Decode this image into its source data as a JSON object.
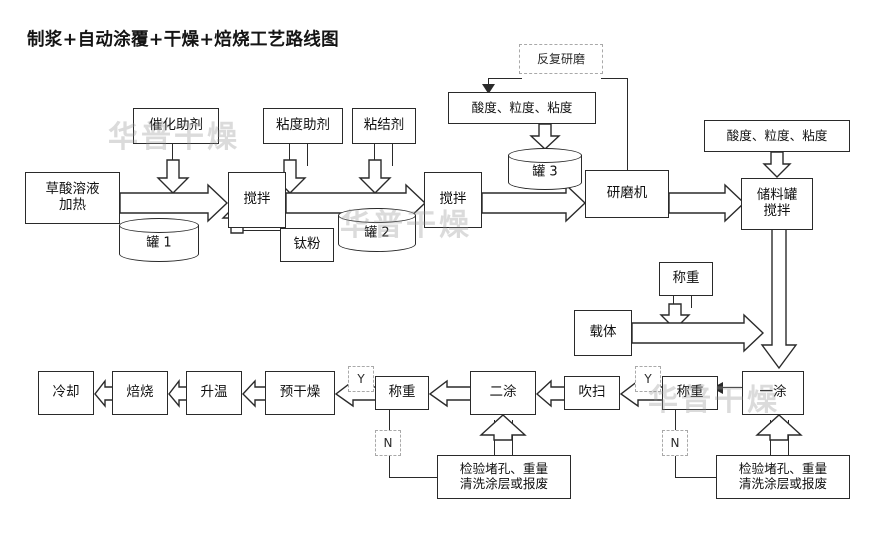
{
  "title": "制浆+自动涂覆+干燥+焙烧工艺路线图",
  "watermark": {
    "text": "华普干燥"
  },
  "colors": {
    "stroke": "#2a2a2a",
    "dashed_stroke": "#a9a9a9",
    "background": "#ffffff",
    "watermark": "rgba(150,150,150,0.34)"
  },
  "nodes": {
    "additive_top": {
      "label": "催化助剂"
    },
    "viscosity_aid": {
      "label": "粘度助剂"
    },
    "binder": {
      "label": "粘结剂"
    },
    "oxalic_heat": {
      "line1": "草酸溶液",
      "line2": "加热"
    },
    "tank1": {
      "label": "罐 1"
    },
    "stir1": {
      "label": "搅拌"
    },
    "ti_powder": {
      "label": "钛粉"
    },
    "tank2": {
      "label": "罐 2"
    },
    "stir2": {
      "label": "搅拌"
    },
    "tank3": {
      "label": "罐 3"
    },
    "regrind": {
      "label": "反复研磨"
    },
    "quality_mid": {
      "label": "酸度、粒度、粘度"
    },
    "grinder": {
      "label": "研磨机"
    },
    "quality_right": {
      "label": "酸度、粒度、粘度"
    },
    "storage_tank": {
      "line1": "储料罐",
      "line2": "搅拌"
    },
    "weigh_carrier": {
      "label": "称重"
    },
    "carrier": {
      "label": "载体"
    },
    "coat1": {
      "label": "一涂"
    },
    "weigh_coat1": {
      "label": "称重"
    },
    "yes_right": {
      "label": "Y"
    },
    "no_right": {
      "label": "N"
    },
    "inspect_right": {
      "line1": "检验堵孔、重量",
      "line2": "清洗涂层或报废"
    },
    "purge": {
      "label": "吹扫"
    },
    "coat2": {
      "label": "二涂"
    },
    "weigh_coat2": {
      "label": "称重"
    },
    "yes_left": {
      "label": "Y"
    },
    "no_left": {
      "label": "N"
    },
    "inspect_left": {
      "line1": "检验堵孔、重量",
      "line2": "清洗涂层或报废"
    },
    "predry": {
      "label": "预干燥"
    },
    "heatup": {
      "label": "升温"
    },
    "calcine": {
      "label": "焙烧"
    },
    "cooling": {
      "label": "冷却"
    }
  }
}
